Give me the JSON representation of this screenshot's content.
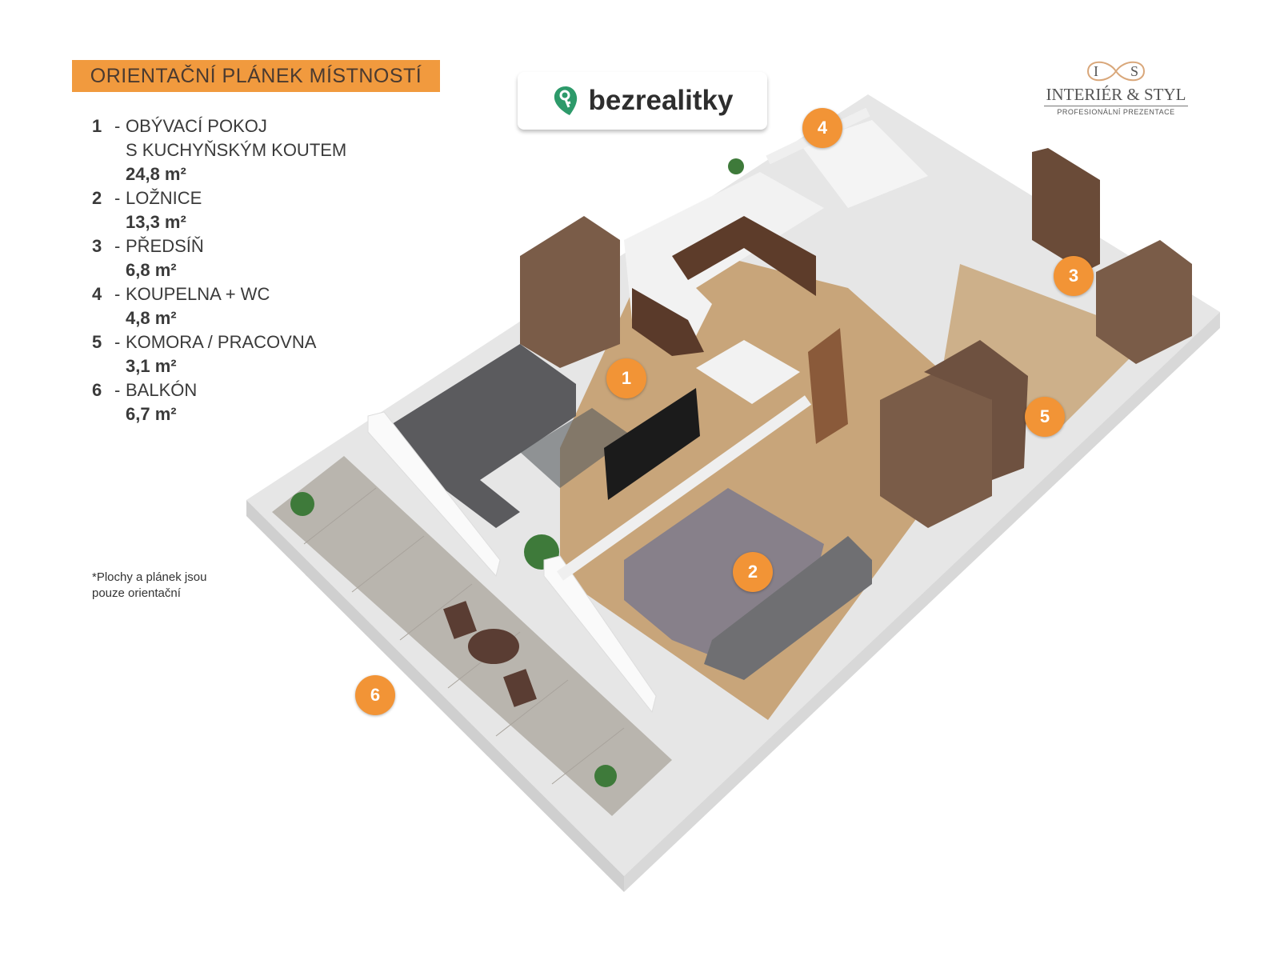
{
  "title": "ORIENTAČNÍ PLÁNEK MÍSTNOSTÍ",
  "rooms": [
    {
      "num": "1",
      "name": "OBÝVACÍ POKOJ",
      "name2": "S KUCHYŇSKÝM KOUTEM",
      "area": "24,8 m²"
    },
    {
      "num": "2",
      "name": "LOŽNICE",
      "area": "13,3 m²"
    },
    {
      "num": "3",
      "name": "PŘEDSÍŇ",
      "area": "6,8 m²"
    },
    {
      "num": "4",
      "name": "KOUPELNA + WC",
      "area": "4,8 m²"
    },
    {
      "num": "5",
      "name": "KOMORA / PRACOVNA",
      "area": "3,1 m²"
    },
    {
      "num": "6",
      "name": "BALKÓN",
      "area": "6,7 m²"
    }
  ],
  "note_line1": "*Plochy  a plánek jsou",
  "note_line2": "pouze orientační",
  "brand": {
    "name": "bezrealitky",
    "color": "#2d9a6a"
  },
  "partner_logo": {
    "monogram_i": "I",
    "monogram_s": "S",
    "name": "INTERIÉR & STYL",
    "tagline": "PROFESIONÁLNÍ PREZENTACE"
  },
  "accent_color": "#f29436"
}
